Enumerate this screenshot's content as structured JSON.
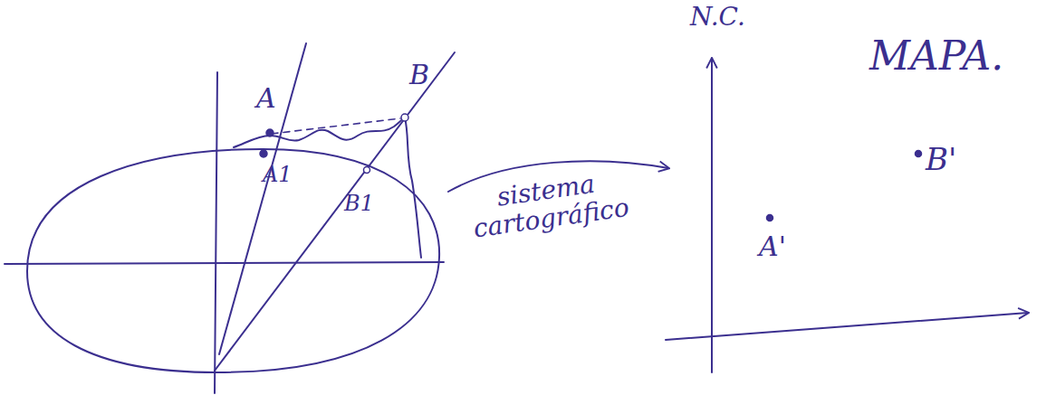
{
  "diagram": {
    "labels": [
      "A",
      "B",
      "A1",
      "B1",
      "sistema cartográfico",
      "N.C.",
      "MAPA.",
      "A'",
      "B'"
    ]
  }
}
